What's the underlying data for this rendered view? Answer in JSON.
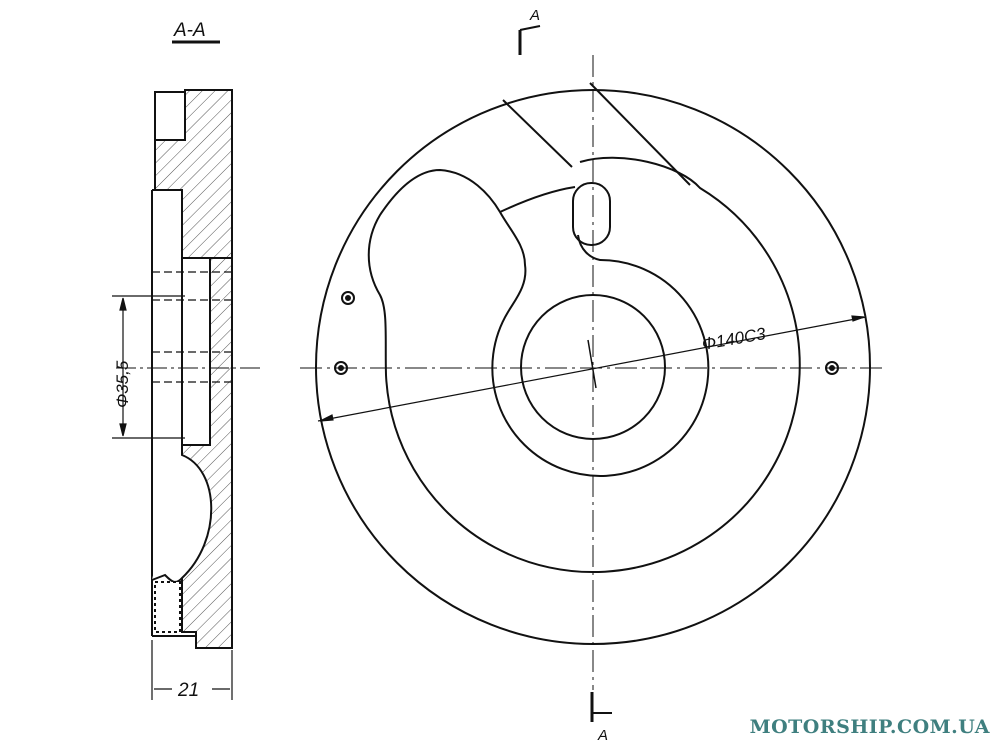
{
  "section_title": "A-A",
  "cut_marks": {
    "top": "A",
    "bottom": "A"
  },
  "dimensions": {
    "bore_diameter": "Φ35,5",
    "outer_diameter": "Φ140C3",
    "thickness": "21"
  },
  "watermark": "MOTORSHIP.COM.UA",
  "colors": {
    "line": "#111111",
    "watermark": "#3f7f7f"
  }
}
